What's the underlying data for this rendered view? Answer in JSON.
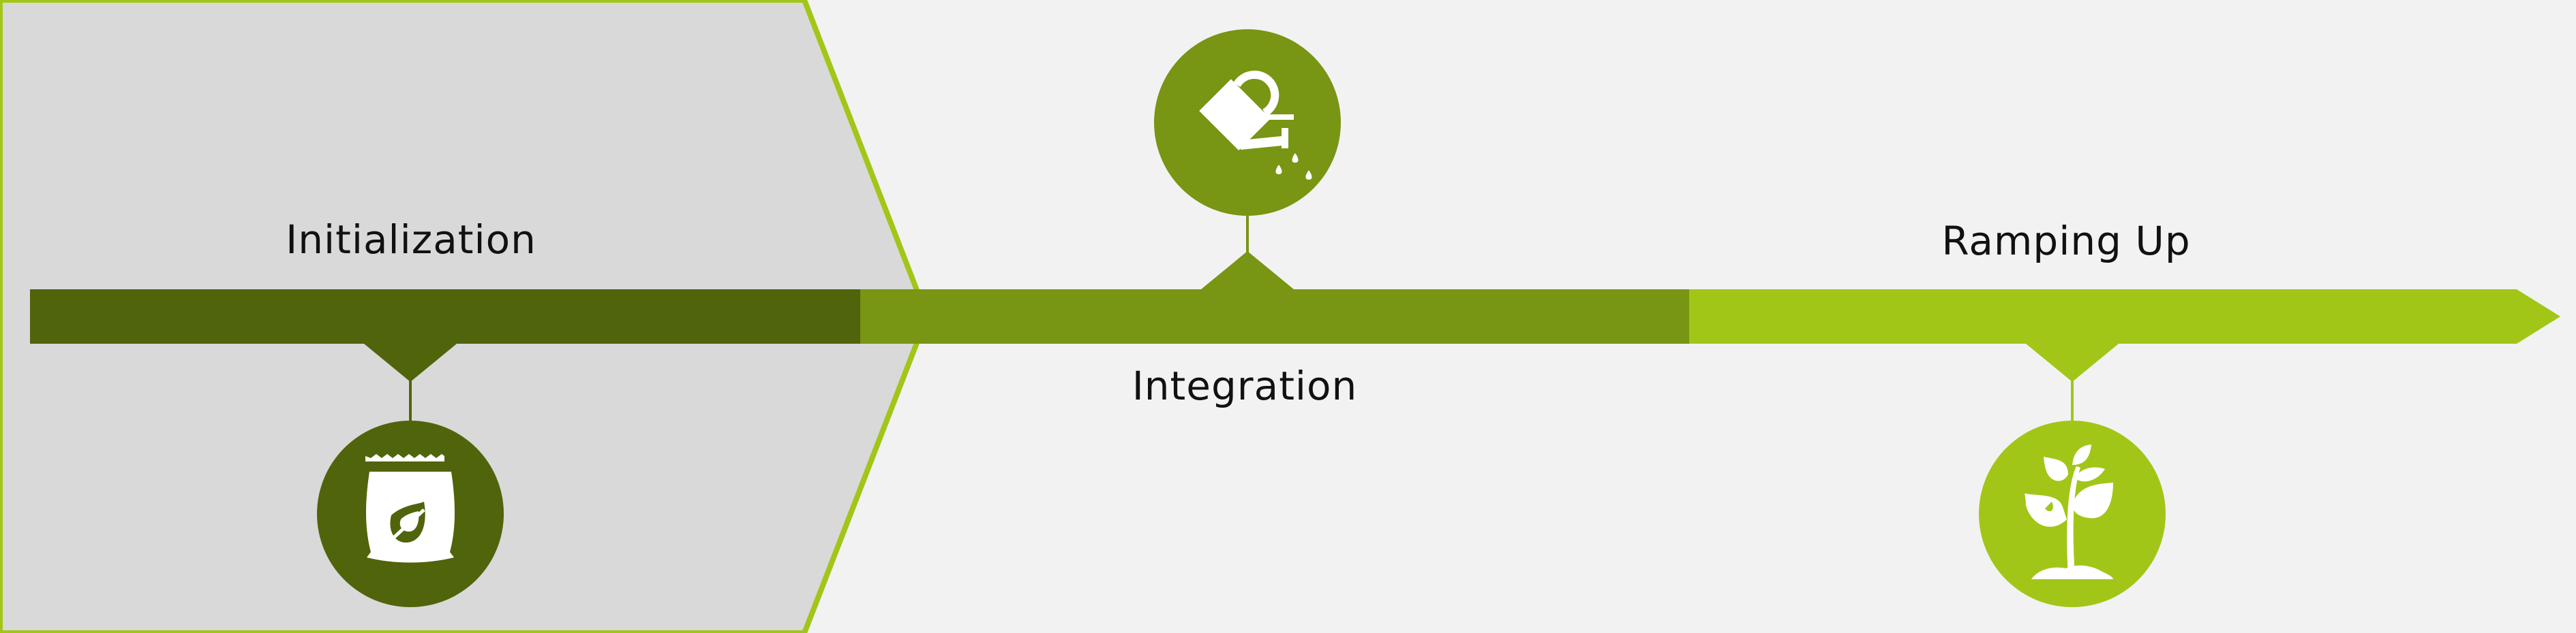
{
  "colors": {
    "background": "#f2f2f2",
    "highlight_fill": "#d9d9d9",
    "highlight_border": "#a2c617",
    "dark_green": "#50640b",
    "mid_green": "#789514",
    "light_green": "#a2c617",
    "icon_fill": "#ffffff"
  },
  "stages": [
    {
      "label": "Initialization",
      "icon": "fertilizer-bag-icon",
      "color_key": "dark_green",
      "marker": "below",
      "label_position": "above"
    },
    {
      "label": "Integration",
      "icon": "watering-can-icon",
      "color_key": "mid_green",
      "marker": "above",
      "label_position": "below"
    },
    {
      "label": "Ramping Up",
      "icon": "sprouting-plant-icon",
      "color_key": "light_green",
      "marker": "below",
      "label_position": "above"
    }
  ],
  "highlighted_stage": 0
}
